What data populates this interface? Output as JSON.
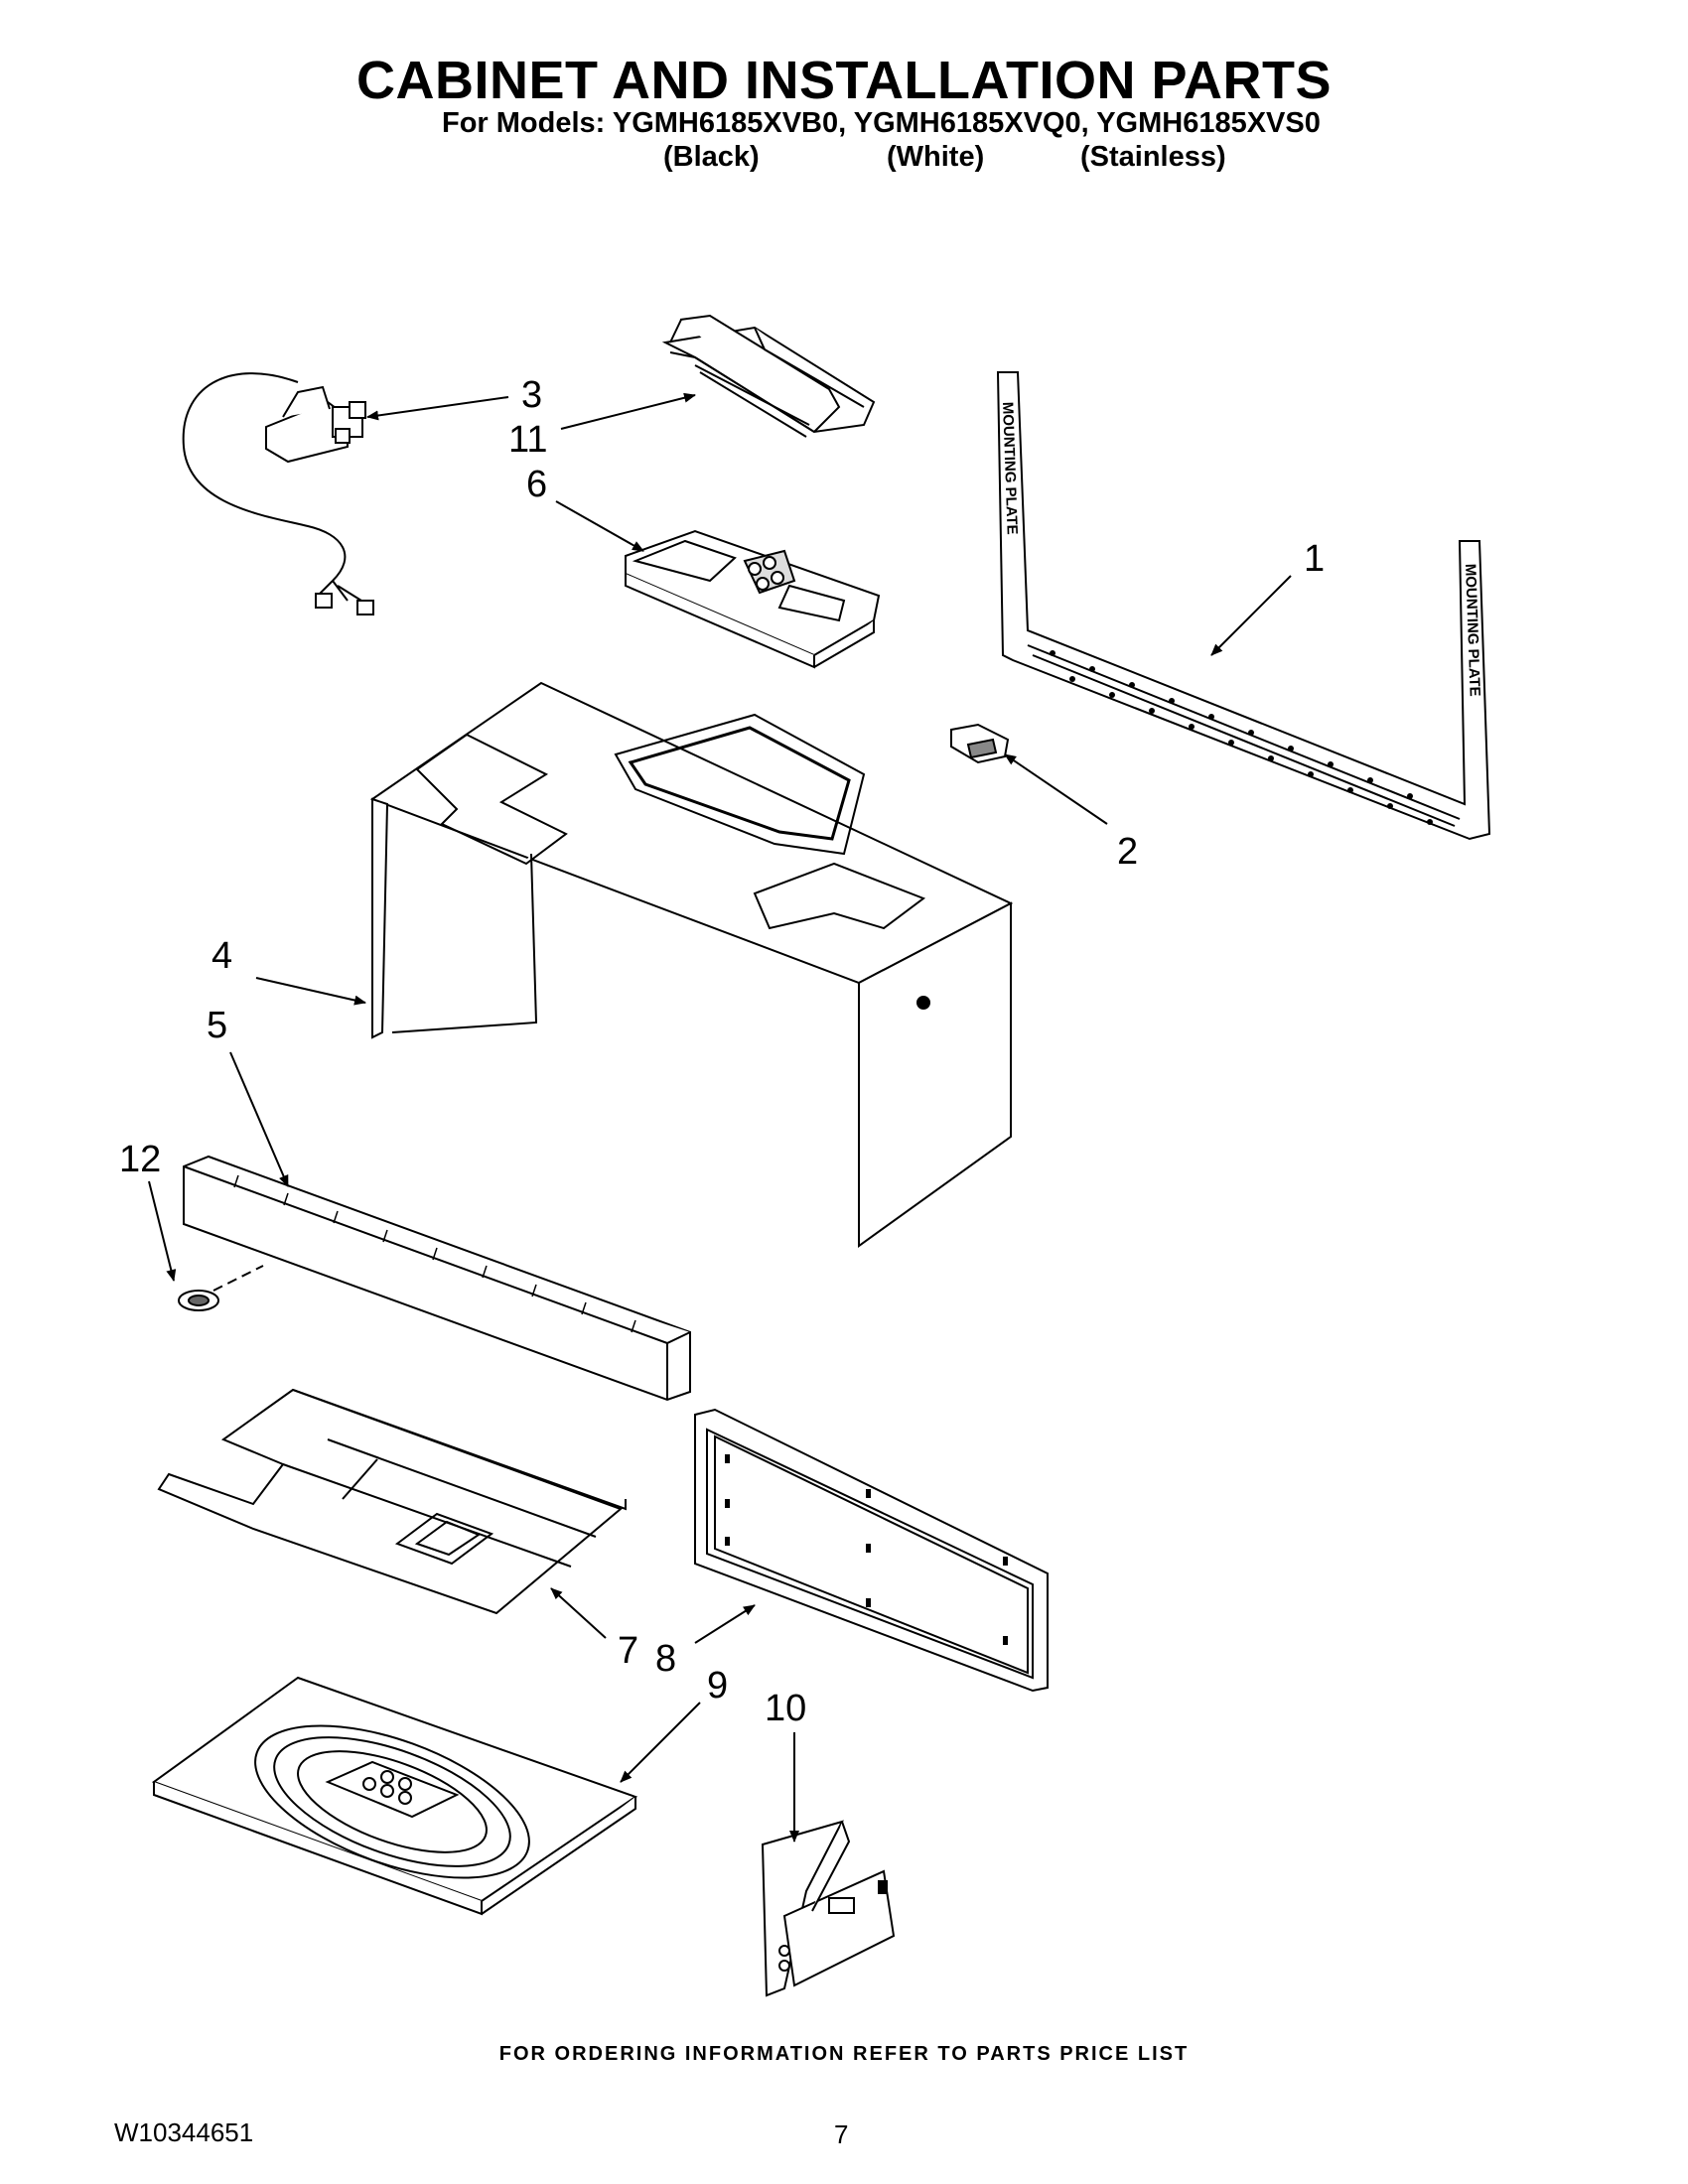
{
  "header": {
    "title": "CABINET AND INSTALLATION PARTS",
    "models_line": "For Models: YGMH6185XVB0, YGMH6185XVQ0, YGMH6185XVS0",
    "variants": [
      "(Black)",
      "(White)",
      "(Stainless)"
    ]
  },
  "callouts": [
    "1",
    "2",
    "3",
    "4",
    "5",
    "6",
    "7",
    "8",
    "9",
    "10",
    "11",
    "12"
  ],
  "diagram_text": {
    "mounting_plate_label": "MOUNTING PLATE"
  },
  "footer": {
    "ordering_note": "FOR ORDERING INFORMATION REFER TO PARTS PRICE LIST",
    "document_number": "W10344651",
    "page_number": "7"
  }
}
